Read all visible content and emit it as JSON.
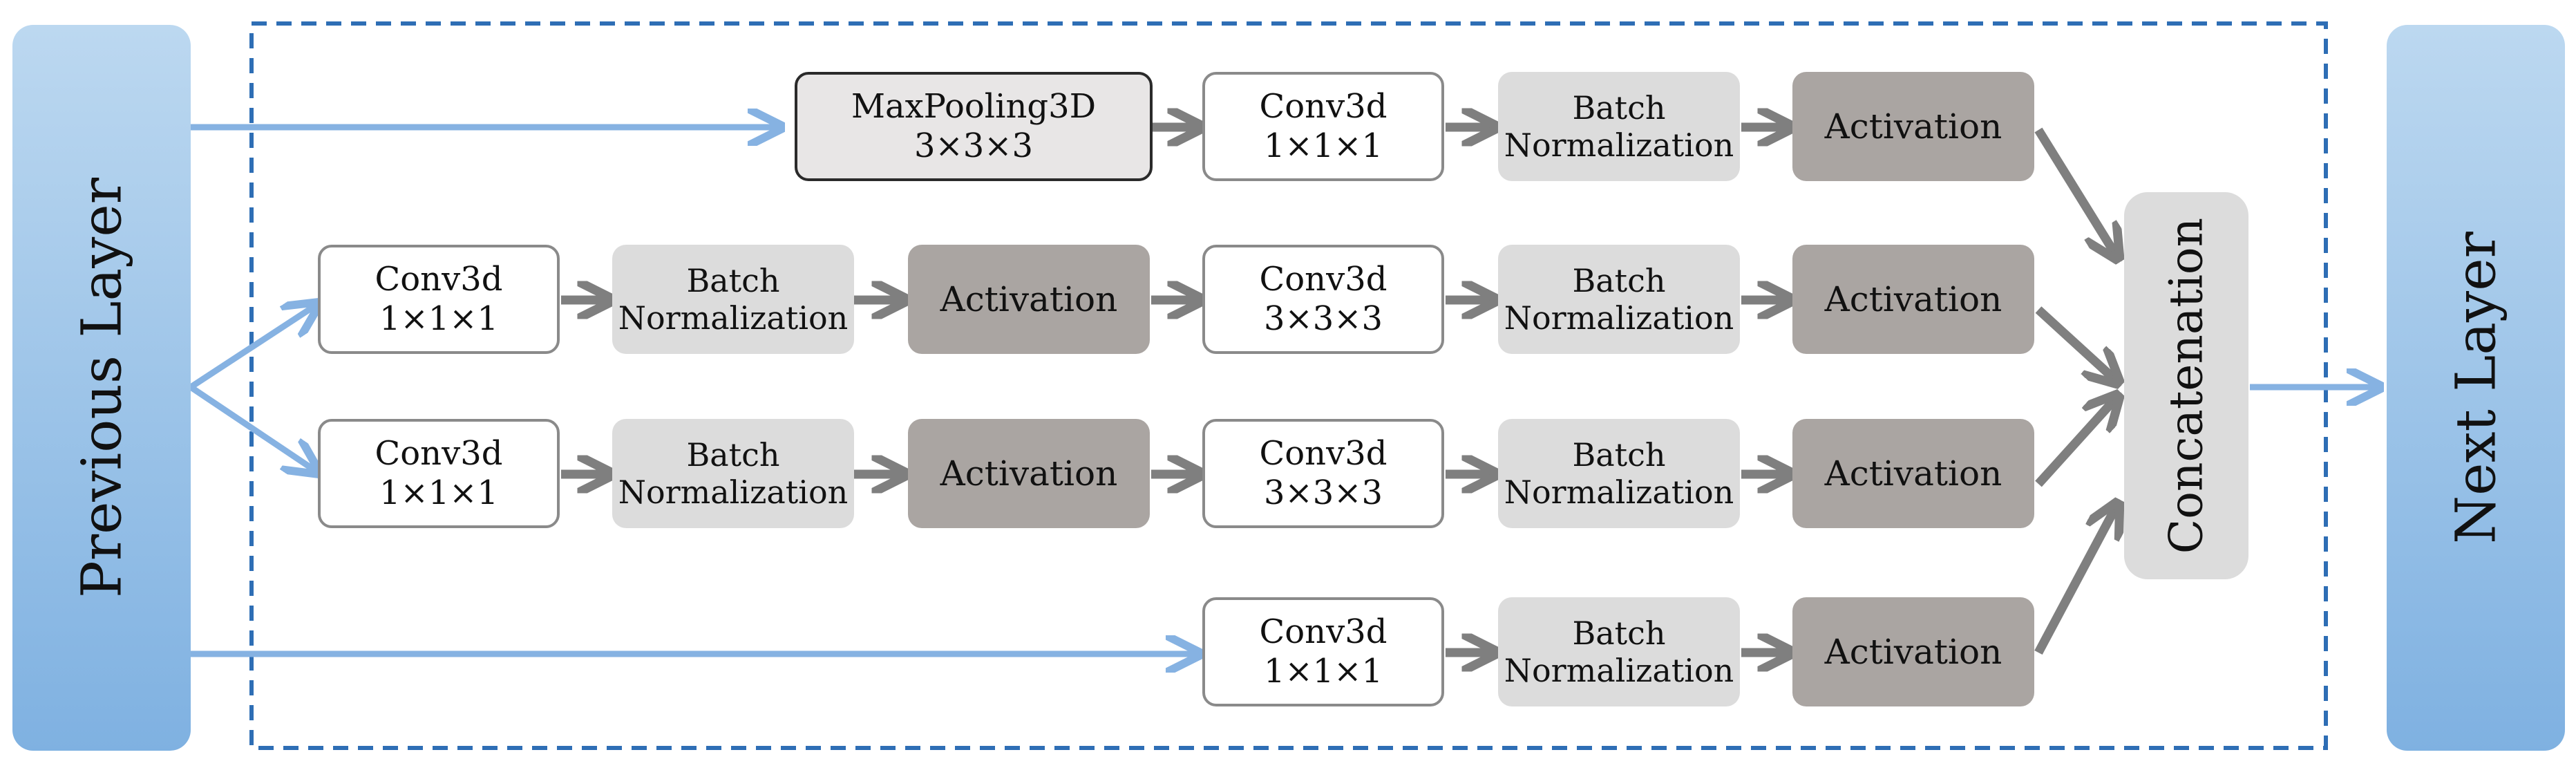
{
  "labels": {
    "previous_layer": "Previous Layer",
    "next_layer": "Next Layer",
    "concatenation": "Concatenation",
    "conv": "Conv3d",
    "maxpool": "MaxPooling3D",
    "batch_norm_1": "Batch",
    "batch_norm_2": "Normalization",
    "activation": "Activation",
    "k1": "1×1×1",
    "k3": "3×3×3"
  },
  "colors": {
    "side_layer_top": "#bcd8f0",
    "side_layer_bottom": "#7fb1e1",
    "blue_arrow": "#86b2e2",
    "gray_arrow": "#7f7f7f",
    "dashed_border": "#2e6eb5",
    "conv_border": "#8a8a8a",
    "batch_norm_fill": "#dcdcdc",
    "activation_fill": "#aaa5a2",
    "maxpool_fill": "#e8e6e6",
    "concat_fill": "#dcdcdc"
  }
}
